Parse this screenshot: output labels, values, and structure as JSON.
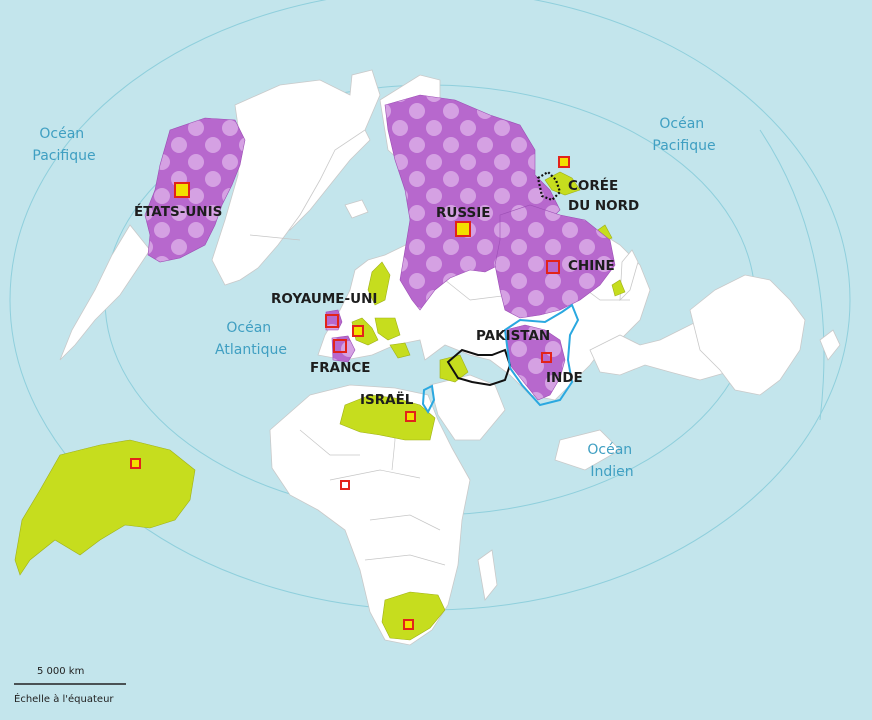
{
  "colors": {
    "ocean": "#c3e5ec",
    "land": "#ffffff",
    "nuclear_power": "#b768cd",
    "nuclear_power_light": "#d9a8e6",
    "program_country": "#c6dd1e",
    "contested_outline_blue": "#2aa8e0",
    "contested_outline_black": "#111111",
    "site_marker_outline": "#e2231a",
    "major_site_fill": "#f3e000",
    "circle_line": "#8fcfdc",
    "ocean_label": "#3f9fc2"
  },
  "oceans": [
    {
      "id": "ocean-pacific-west",
      "line1": "Océan",
      "line2": "Pacifique"
    },
    {
      "id": "ocean-pacific-east",
      "line1": "Océan",
      "line2": "Pacifique"
    },
    {
      "id": "ocean-atlantique",
      "line1": "Océan",
      "line2": "Atlantique"
    },
    {
      "id": "ocean-indien",
      "line1": "Océan",
      "line2": "Indien"
    }
  ],
  "countries": {
    "usa": "ÉTATS-UNIS",
    "russia": "RUSSIE",
    "north_korea_1": "CORÉE",
    "north_korea_2": "DU NORD",
    "china": "CHINE",
    "uk": "ROYAUME-UNI",
    "france": "FRANCE",
    "pakistan": "PAKISTAN",
    "india": "INDE",
    "israel": "ISRAËL"
  },
  "scale": {
    "distance": "5 000 km",
    "caption": "Échelle à l'équateur"
  }
}
